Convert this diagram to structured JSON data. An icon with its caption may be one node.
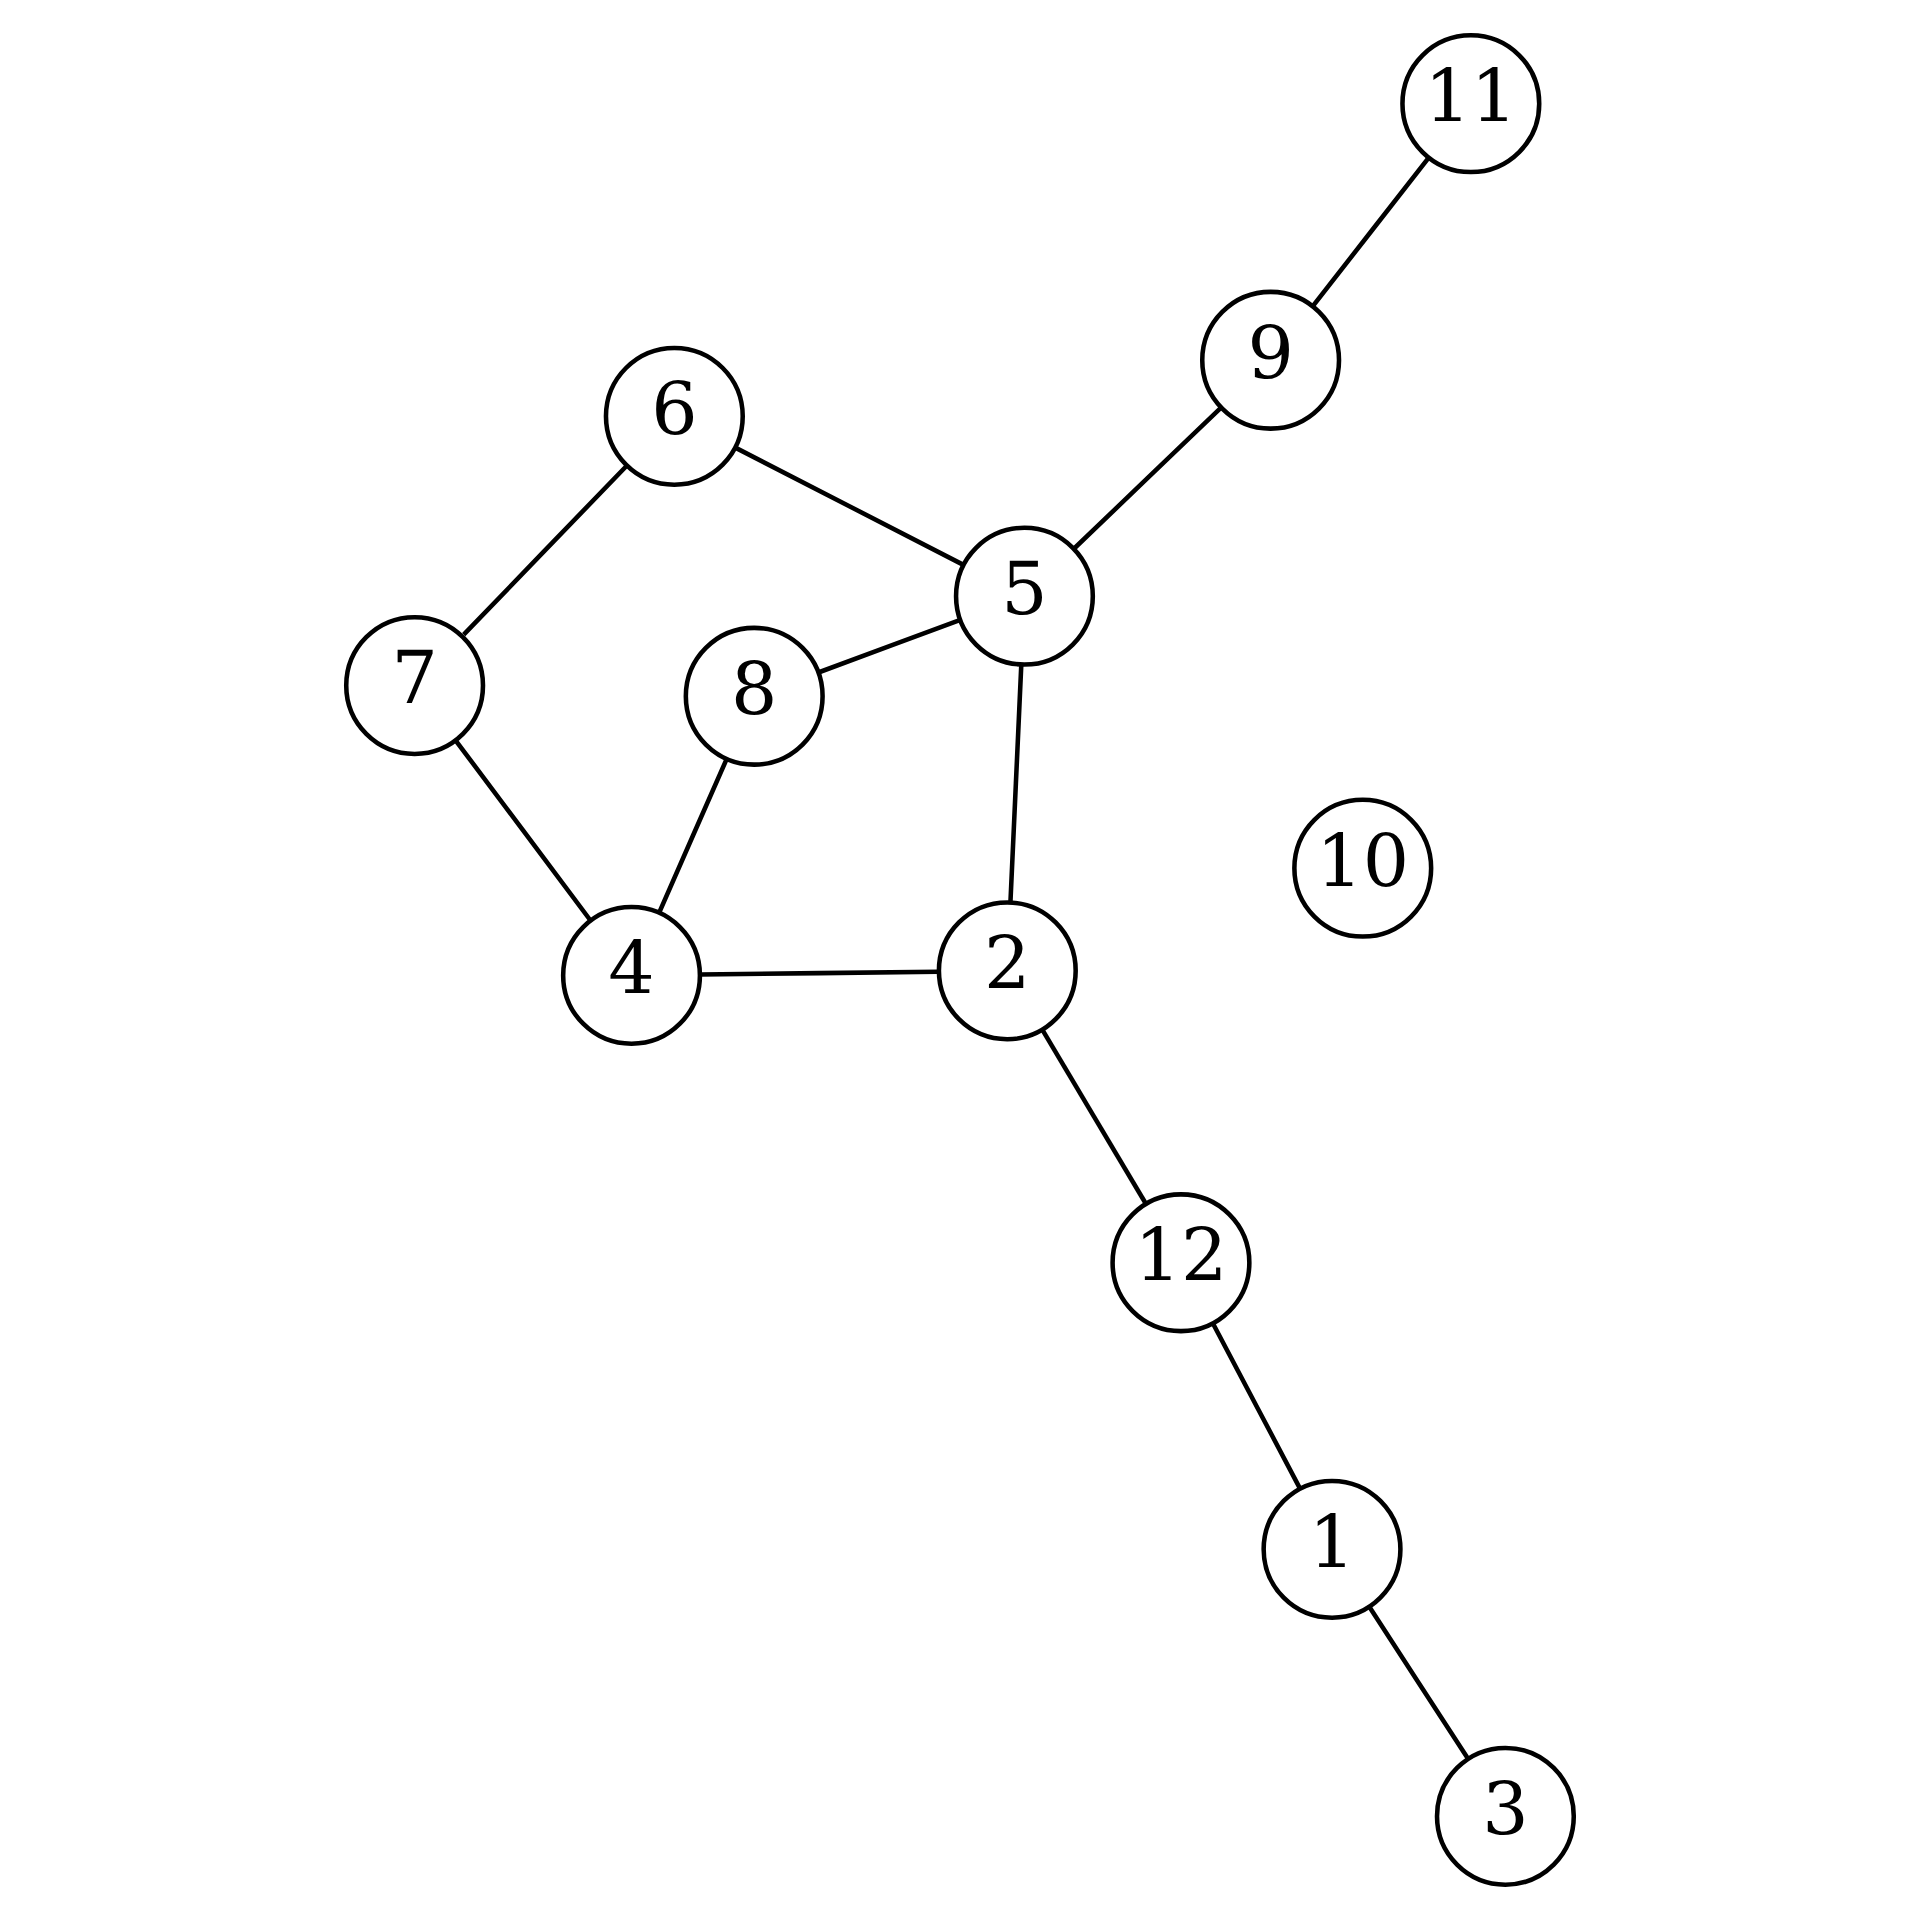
{
  "diagram": {
    "nodes": [
      {
        "text": [
          "11"
        ]
      },
      {
        "text": [
          "9"
        ]
      },
      {
        "text": [
          "5"
        ]
      },
      {
        "text": [
          "12"
        ]
      },
      {
        "text": [
          "8"
        ]
      },
      {
        "text": [
          "2"
        ]
      },
      {
        "text": [
          "1"
        ]
      },
      {
        "text": [
          "6"
        ]
      },
      {
        "text": [
          "4"
        ]
      },
      {
        "text": [
          "3"
        ]
      },
      {
        "text": [
          "7"
        ]
      },
      {
        "text": [
          "10"
        ]
      }
    ],
    "edges": [
      {
        "from": 0,
        "to": 1,
        "arrow": "none"
      },
      {
        "from": 1,
        "to": 2,
        "arrow": "none"
      },
      {
        "from": 2,
        "to": 4,
        "arrow": "none"
      },
      {
        "from": 2,
        "to": 5,
        "arrow": "none"
      },
      {
        "from": 2,
        "to": 7,
        "arrow": "none"
      },
      {
        "from": 4,
        "to": 8,
        "arrow": "none"
      },
      {
        "from": 5,
        "to": 8,
        "arrow": "none"
      },
      {
        "from": 5,
        "to": 3,
        "arrow": "none"
      },
      {
        "from": 3,
        "to": 6,
        "arrow": "none"
      },
      {
        "from": 6,
        "to": 9,
        "arrow": "none"
      },
      {
        "from": 7,
        "to": 10,
        "arrow": "none"
      },
      {
        "from": 8,
        "to": 10,
        "arrow": "none"
      }
    ]
  }
}
